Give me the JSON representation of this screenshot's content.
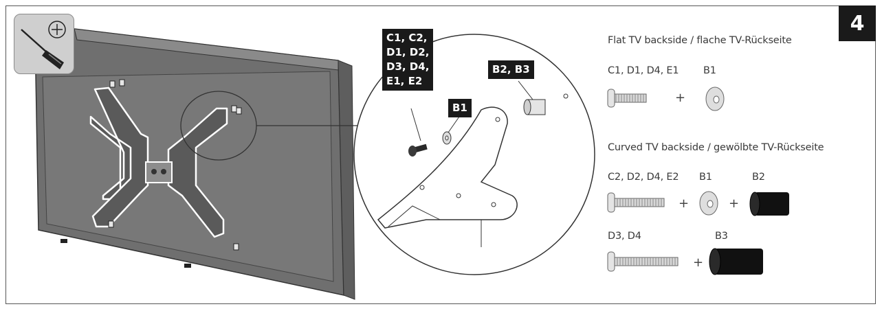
{
  "step": {
    "number": "4"
  },
  "callouts": {
    "screws": "C1, C2,\nD1, D2,\nD3, D4,\nE1, E2",
    "washer": "B1",
    "spacers": "B2, B3"
  },
  "flat": {
    "heading": "Flat TV backside / flache TV-Rückseite",
    "screw_label": "C1, D1, D4, E1",
    "washer_label": "B1",
    "plus": "+"
  },
  "curved": {
    "heading": "Curved TV backside / gewölbte TV-Rückseite",
    "row1_screw_label": "C2, D2, D4, E2",
    "row1_washer_label": "B1",
    "row1_spacer_label": "B2",
    "row2_screw_label": "D3, D4",
    "row2_spacer_label": "B3",
    "plus": "+"
  },
  "icons": {
    "tool": "screwdriver-icon",
    "head": "phillips-head-icon"
  }
}
